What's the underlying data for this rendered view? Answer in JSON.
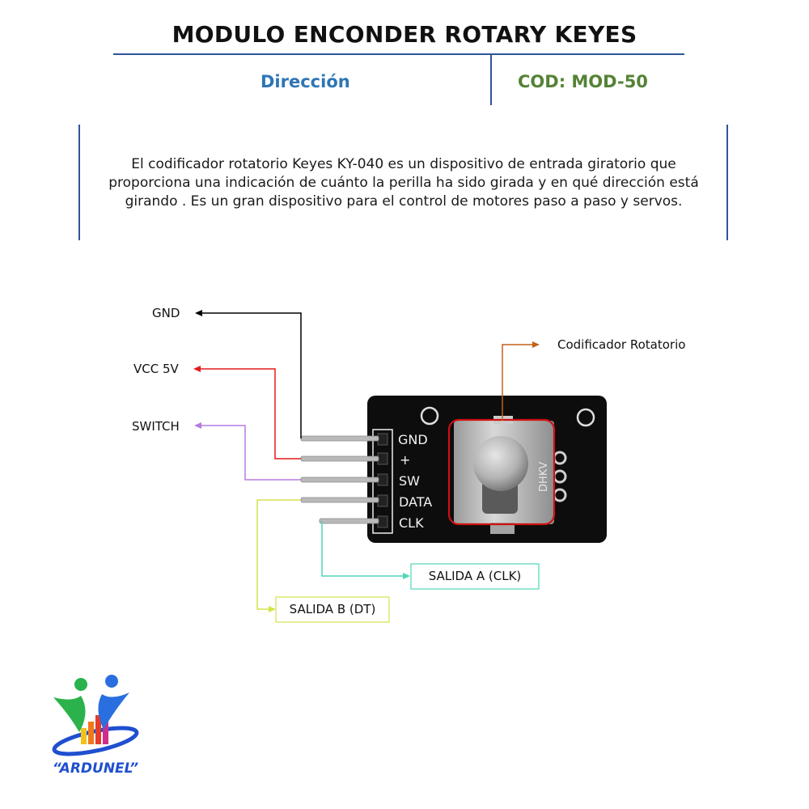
{
  "header": {
    "title": "MODULO ENCONDER ROTARY KEYES",
    "direction_label": "Dirección",
    "code_label": "COD: MOD-50"
  },
  "description": "El codificador  rotatorio Keyes KY-040 es un dispositivo de entrada giratorio que proporciona una indicación de cuánto la perilla ha sido girada y en qué dirección está girando . Es un gran dispositivo para el control de motores paso a paso y servos.",
  "pin_callouts": [
    {
      "label": "GND",
      "color": "#000000"
    },
    {
      "label": "VCC 5V",
      "color": "#e31b1b"
    },
    {
      "label": "SWITCH",
      "color": "#b57be0"
    }
  ],
  "output_callouts": [
    {
      "label": "SALIDA A (CLK)",
      "color": "#4fd6b8"
    },
    {
      "label": "SALIDA B (DT)",
      "color": "#d4e34a"
    }
  ],
  "encoder_callout": {
    "label": "Codificador Rotatorio",
    "color": "#c0621a"
  },
  "board": {
    "pin_labels": [
      "GND",
      "+",
      "SW",
      "DATA",
      "CLK"
    ],
    "side_text": "DHKV",
    "highlight_color": "#d01010"
  },
  "logo": {
    "text": "“ARDUNEL”"
  }
}
